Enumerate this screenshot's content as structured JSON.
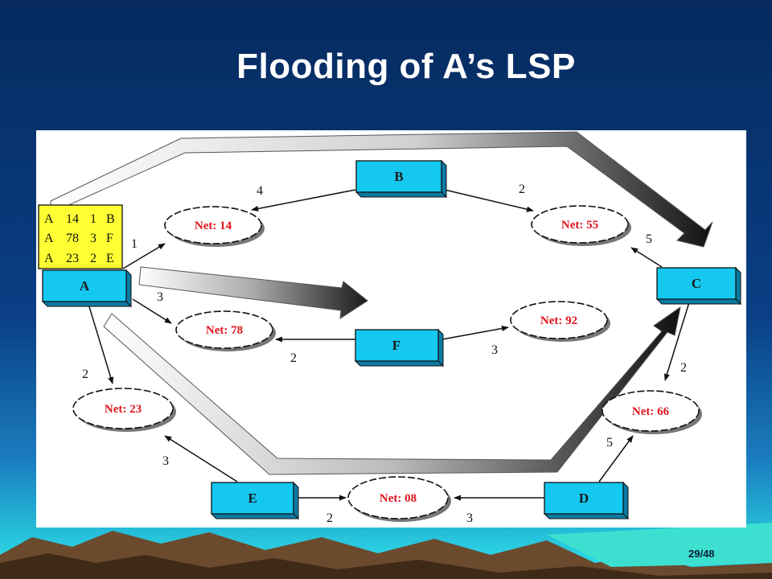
{
  "slide": {
    "title": "Flooding of A’s LSP",
    "page": "29/48"
  },
  "colors": {
    "router_fill": "#14c8f0",
    "lsp_box_fill": "#ffff33",
    "net_label": "#e0141e",
    "background_top": "#062a5e",
    "background_bottom": "#2ee8ea"
  },
  "diagram": {
    "routers": [
      "A",
      "B",
      "C",
      "D",
      "E",
      "F"
    ],
    "networks": [
      "Net: 14",
      "Net: 55",
      "Net: 78",
      "Net: 92",
      "Net: 23",
      "Net: 66",
      "Net: 08"
    ],
    "lsp_table": [
      [
        "A",
        "14",
        "1",
        "B"
      ],
      [
        "A",
        "78",
        "3",
        "F"
      ],
      [
        "A",
        "23",
        "2",
        "E"
      ]
    ],
    "costs": {
      "b_net14": "4",
      "b_net55": "2",
      "c_net55": "5",
      "a_net14": "1",
      "a_net78": "3",
      "f_net78": "2",
      "f_net92": "3",
      "a_net23": "2",
      "c_net66": "2",
      "e_net23": "3",
      "d_net66": "5",
      "e_net08": "2",
      "d_net08": "3"
    }
  }
}
